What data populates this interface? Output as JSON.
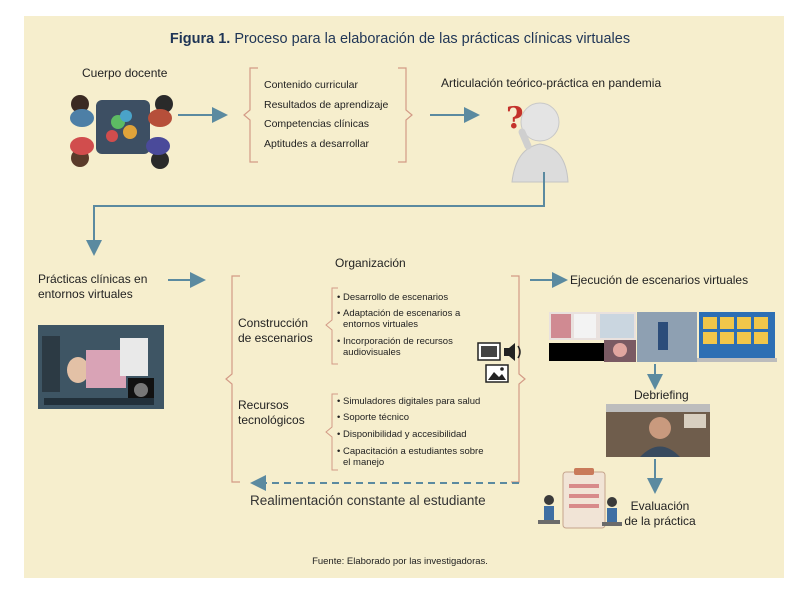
{
  "title": {
    "prefix": "Figura 1.",
    "text": " Proceso para la elaboración de las prácticas clínicas virtuales"
  },
  "stage1": {
    "label": "Cuerpo docente",
    "items": [
      "Contenido curricular",
      "Resultados de aprendizaje",
      "Competencias clínicas",
      "Aptitudes a desarrollar"
    ],
    "result": "Articulación teórico-práctica en pandemia"
  },
  "stage2": {
    "label_line1": "Prácticas clínicas en",
    "label_line2": "entornos virtuales",
    "organization": "Organización",
    "construction": {
      "label_line1": "Construcción",
      "label_line2": "de escenarios",
      "items": [
        [
          "Desarrollo de escenarios"
        ],
        [
          "Adaptación de escenarios a",
          "entornos virtuales"
        ],
        [
          "Incorporación de recursos",
          "audiovisuales"
        ]
      ]
    },
    "resources": {
      "label_line1": "Recursos",
      "label_line2": "tecnológicos",
      "items": [
        [
          "Simuladores digitales para salud"
        ],
        [
          "Soporte técnico"
        ],
        [
          "Disponibilidad y accesibilidad"
        ],
        [
          "Capacitación a estudiantes sobre",
          "el manejo"
        ]
      ]
    }
  },
  "stage3": {
    "execution": "Ejecución de escenarios virtuales",
    "debriefing": "Debriefing",
    "evaluation_line1": "Evaluación",
    "evaluation_line2": "de la práctica"
  },
  "feedback": "Realimentación constante al estudiante",
  "source": "Fuente: Elaborado por las investigadoras.",
  "colors": {
    "background": "#f6eecd",
    "arrow": "#5b8aa0",
    "brace": "#d39a86",
    "title": "#1f3556"
  }
}
